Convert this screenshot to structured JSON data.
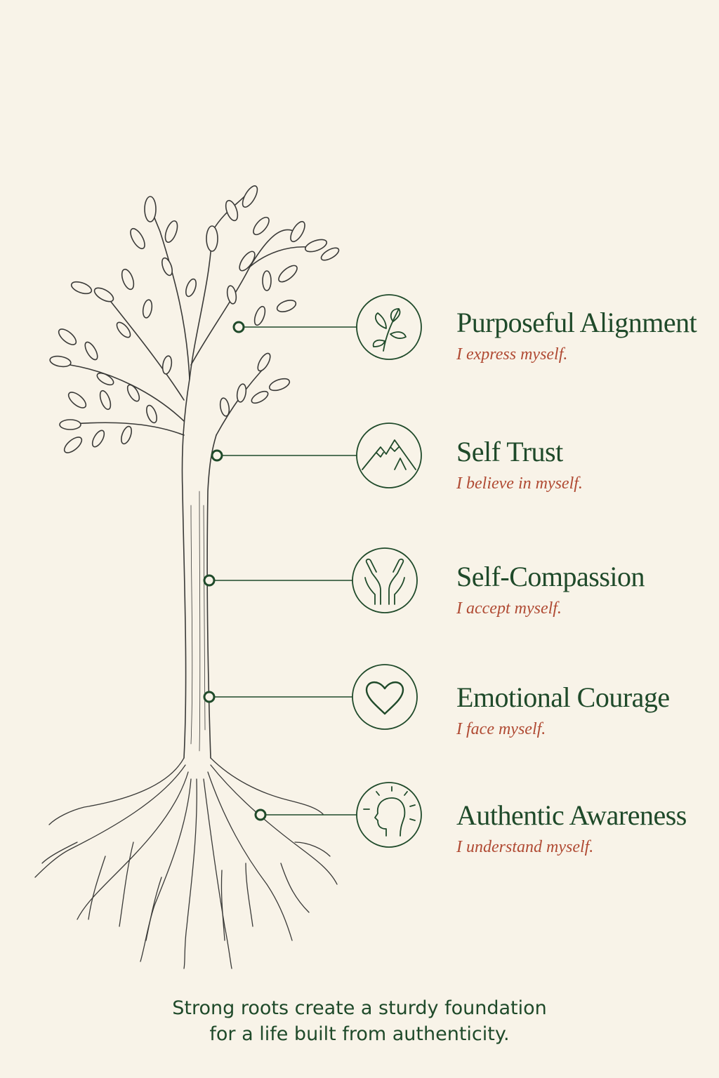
{
  "colors": {
    "background": "#f8f3e8",
    "title": "#1f4a2a",
    "subtitle": "#b04a33",
    "line": "#1f4a2a",
    "tree": "#3a3a38"
  },
  "pillars": [
    {
      "title": "Purposeful Alignment",
      "subtitle": "I express myself.",
      "icon": "sprout-icon"
    },
    {
      "title": "Self Trust",
      "subtitle": "I believe in myself.",
      "icon": "mountain-icon"
    },
    {
      "title": "Self-Compassion",
      "subtitle": "I accept myself.",
      "icon": "open-hands-icon"
    },
    {
      "title": "Emotional Courage",
      "subtitle": "I face myself.",
      "icon": "heart-icon"
    },
    {
      "title": "Authentic Awareness",
      "subtitle": "I understand myself.",
      "icon": "head-glow-icon"
    }
  ],
  "caption": {
    "line1": "Strong roots create a sturdy foundation",
    "line2": "for a life built from authenticity."
  }
}
